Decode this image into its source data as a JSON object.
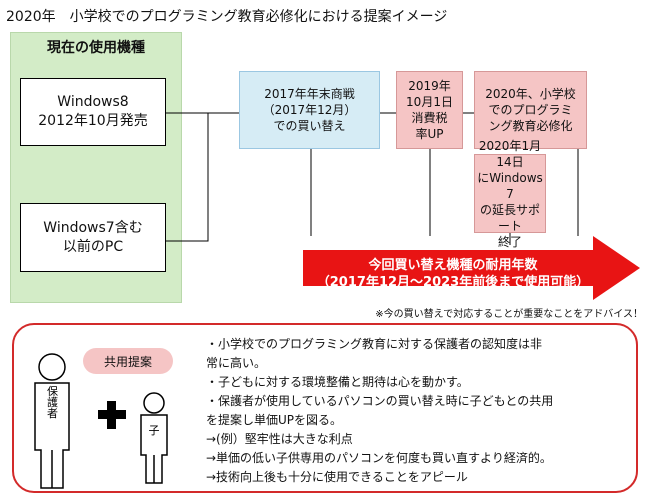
{
  "title": "2020年　小学校でのプログラミング教育必修化における提案イメージ",
  "left_panel": {
    "heading": "現在の使用機種",
    "box1_line1": "Windows8",
    "box1_line2": "2012年10月発売",
    "box2_line1": "Windows7含む",
    "box2_line2": "以前のPC"
  },
  "timeline": {
    "blue_line1": "2017年年末商戦",
    "blue_line2": "（2017年12月）",
    "blue_line3": "での買い替え",
    "tax_line1": "2019年",
    "tax_line2": "10月1日",
    "tax_line3": "消費税",
    "tax_line4": "率UP",
    "edu_line1": "2020年、小学校",
    "edu_line2": "でのプログラミ",
    "edu_line3": "ング教育必修化",
    "win7_line1": "2020年1月14日",
    "win7_line2": "にWindows 7",
    "win7_line3": "の延長サポート",
    "win7_line4": "終了"
  },
  "arrow": {
    "line1": "今回買い替え機種の耐用年数",
    "line2": "（2017年12月～2023年前後まで使用可能）"
  },
  "note": "※今の買い替えで対応することが重要なことをアドバイス！",
  "proposal": {
    "pill": "共用提案",
    "parent_label": "保護者",
    "child_label": "子",
    "bullets": [
      "・小学校でのプログラミング教育に対する保護者の認知度は非",
      "常に高い。",
      "・子どもに対する環境整備と期待は心を動かす。",
      "・保護者が使用しているパソコンの買い替え時に子どもとの共用",
      "を提案し単価UPを図る。",
      "→(例）堅牢性は大きな利点",
      "→単価の低い子供専用のパソコンを何度も買い直すより経済的。",
      "→技術向上後も十分に使用できることをアピール"
    ]
  }
}
